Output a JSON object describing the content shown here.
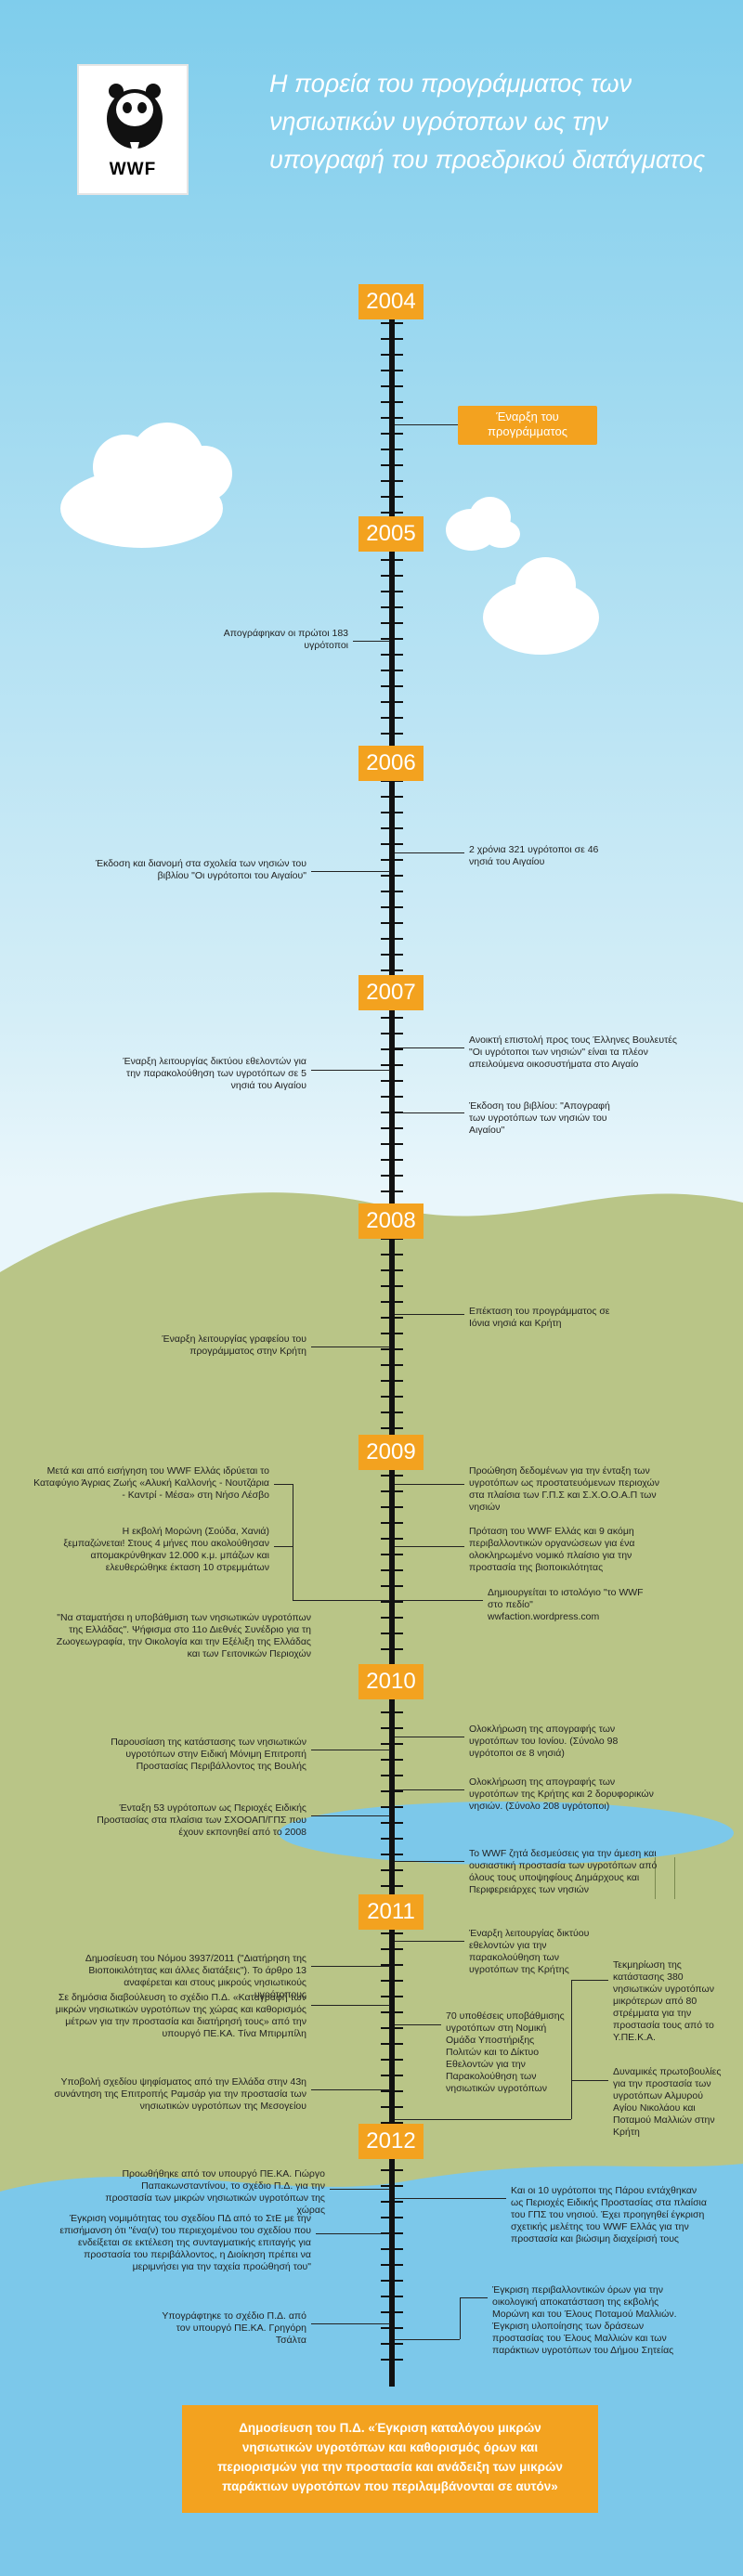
{
  "logo": {
    "text": "WWF"
  },
  "title": [
    "Η πορεία του προγράμματος των",
    "νησιωτικών υγρότοπων ως την",
    "υπογραφή του προεδρικού διατάγματος"
  ],
  "colors": {
    "sky": "#7fcdec",
    "orange": "#f3a21f",
    "hill": "#b9c587",
    "lake": "#7cc8ea"
  },
  "start": "Έναρξη του προγράμματος",
  "years": [
    "2004",
    "2005",
    "2006",
    "2007",
    "2008",
    "2009",
    "2010",
    "2011",
    "2012"
  ],
  "events": {
    "e1": "Απογράφηκαν οι πρώτοι 183 υγρότοποι",
    "e2": "2 χρόνια 321 υγρότοποι σε 46 νησιά του Αιγαίου",
    "e3": "Έκδοση και διανομή στα σχολεία των νησιών του βιβλίου \"Οι υγρότοποι του Αιγαίου\"",
    "e4": "Ανοικτή επιστολή προς τους Έλληνες Βουλευτές \"Οι υγρότοποι των νησιών\" είναι τα πλέον απειλούμενα οικοσυστήματα στο Αιγαίο",
    "e5": "Έναρξη λειτουργίας δικτύου εθελοντών για την παρακολούθηση των υγροτόπων σε 5 νησιά του Αιγαίου",
    "e6": "Έκδοση του βιβλίου: \"Απογραφή των υγροτόπων των νησιών του Αιγαίου\"",
    "e7": "Επέκταση του προγράμματος σε Ιόνια νησιά και Κρήτη",
    "e8": "Έναρξη λειτουργίας γραφείου του προγράμματος στην Κρήτη",
    "e9": "Μετά και από εισήγηση του WWF Ελλάς ιδρύεται το Καταφύγιο Άγριας Ζωής «Αλυκή Καλλονής - Νουτζάρια - Καντρί - Μέσα» στη Νήσο Λέσβο",
    "e10": "Προώθηση δεδομένων για την ένταξη των υγροτόπων ως προστατευόμενων περιοχών στα πλαίσια των Γ.Π.Σ και Σ.Χ.Ο.Ο.Α.Π των νησιών",
    "e11": "Η εκβολή Μορώνη (Σούδα, Χανιά) ξεμπαζώνεται! Στους 4 μήνες που ακολούθησαν απομακρύνθηκαν 12.000 κ.μ. μπάζων και ελευθερώθηκε έκταση 10 στρεμμάτων",
    "e12": "Πρόταση του WWF Ελλάς και 9 ακόμη περιβαλλοντικών οργανώσεων για ένα ολοκληρωμένο νομικό πλαίσιο για την προστασία της βιοποικιλότητας",
    "e13": "Δημιουργείται το ιστολόγιο \"το WWF στο πεδίο\" wwfaction.wordpress.com",
    "e14": "\"Να σταματήσει η υποβάθμιση των νησιωτικών υγροτόπων της Ελλάδας\". Ψήφισμα στο 11ο Διεθνές Συνέδριο για τη Ζωογεωγραφία, την Οικολογία και την Εξέλιξη της Ελλάδας και των Γειτονικών Περιοχών",
    "e15": "Ολοκλήρωση της απογραφής των υγροτόπων του Ιονίου. (Σύνολο 98 υγρότοποι σε 8 νησιά)",
    "e16": "Παρουσίαση της κατάστασης των νησιωτικών υγροτόπων στην Ειδική Μόνιμη Επιτροπή Προστασίας Περιβάλλοντος της Βουλής",
    "e17": "Ολοκλήρωση της απογραφής των υγροτόπων της Κρήτης και 2 δορυφορικών νησιών. (Σύνολο 208 υγρότοποι)",
    "e18": "Ένταξη 53 υγρότοπων ως Περιοχές Ειδικής Προστασίας στα πλαίσια των ΣΧΟΟΑΠ/ΓΠΣ που έχουν εκπονηθεί από το 2008",
    "e19": "Το WWF ζητά δεσμεύσεις για την άμεση και ουσιαστική προστασία των υγροτόπων από όλους τους υποψηφίους Δημάρχους και Περιφερειάρχες των νησιών",
    "e20": "Έναρξη λειτουργίας δικτύου εθελοντών για την παρακολούθηση των υγροτόπων της Κρήτης",
    "e21": "Δημοσίευση του Νόμου 3937/2011 (\"Διατήρηση της Βιοποικιλότητας και άλλες διατάξεις\"). Το άρθρο 13 αναφέρεται και στους μικρούς νησιωτικούς υγρότοπους",
    "e22": "Τεκμηρίωση της κατάστασης 380 νησιωτικών υγροτόπων μικρότερων από 80 στρέμματα για την προστασία τους από το Υ.ΠΕ.Κ.Α.",
    "e23": "Σε δημόσια διαβούλευση το σχέδιο Π.Δ. «Καταγραφή των μικρών νησιωτικών υγροτόπων της χώρας και καθορισμός μέτρων για την προστασία και διατήρησή τους» από την υπουργό ΠΕ.ΚΑ. Τίνα Μπιρμπίλη",
    "e24": "70 υποθέσεις υποβάθμισης υγροτόπων στη Νομική Ομάδα Υποστήριξης Πολιτών και το Δίκτυο Εθελοντών για την Παρακολούθηση των νησιωτικών υγροτόπων",
    "e25": "Υποβολή σχεδίου ψηφίσματος από την Ελλάδα στην 43η συνάντηση της Επιτροπής Ραμσάρ για την προστασία των νησιωτικών υγροτόπων της Μεσογείου",
    "e26": "Δυναμικές πρωτοβουλίες για την προστασία των υγροτόπων Αλμυρού Αγίου Νικολάου και Ποταμού Μαλλιών στην Κρήτη",
    "e27": "Προωθήθηκε από τον υπουργό ΠΕ.ΚΑ. Γιώργο Παπακωνσταντίνου, το σχέδιο Π.Δ. για την προστασία των μικρών νησιωτικών υγροτόπων της χώρας",
    "e28": "Και οι 10 υγρότοποι της Πάρου εντάχθηκαν ως Περιοχές Ειδικής Προστασίας στα πλαίσια του ΓΠΣ του νησιού. Έχει προηγηθεί έγκριση σχετικής μελέτης του WWF Ελλάς για την προστασία και βιώσιμη διαχείρισή τους",
    "e29": "Έγκριση νομιμότητας του σχεδίου ΠΔ από το ΣτΕ με την επισήμανση ότι \"ένα(ν) του περιεχομένου του σχεδίου που ενδείξεται σε εκτέλεση της συνταγματικής επιταγής για προστασία του περιβάλλοντος, η Διοίκηση πρέπει να μεριμνήσει για την ταχεία προώθησή του\"",
    "e30": "Έγκριση περιβαλλοντικών όρων για την οικολογική αποκατάσταση της εκβολής Μορώνη και του Έλους Ποταμού Μαλλιών. Έγκριση υλοποίησης των δράσεων προστασίας του Έλους Μαλλιών και των παράκτιων υγροτόπων του Δήμου Σητείας",
    "e31": "Υπογράφτηκε το σχέδιο Π.Δ. από τον υπουργό ΠΕ.ΚΑ. Γρηγόρη Τσάλτα"
  },
  "final": "Δημοσίευση του Π.Δ. «Έγκριση καταλόγου μικρών νησιωτικών υγροτόπων και καθορισμός όρων και περιορισμών για την προστασία και ανάδειξη των μικρών παράκτιων υγροτόπων που περιλαμβάνονται σε αυτόν»"
}
